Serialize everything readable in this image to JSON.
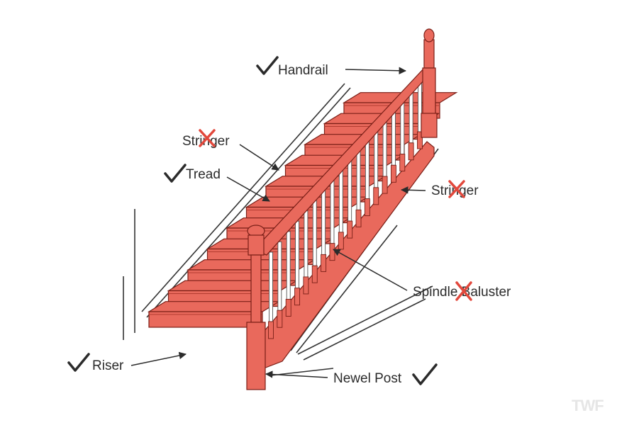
{
  "colors": {
    "stair": "#e9695c",
    "stair_dark": "#b23a2f",
    "stair_outline": "#7a1f17",
    "spindle": "#ffffff",
    "ink": "#2b2b2b",
    "cross": "#e2483c"
  },
  "labels": {
    "handrail": "Handrail",
    "stringer_left": "Stringer",
    "tread": "Tread",
    "stringer_right": "Stringer",
    "spindle_baluster": "Spindle Baluster",
    "riser": "Riser",
    "newel_post": "Newel Post"
  },
  "marks": {
    "handrail": "check-icon",
    "stringer_left": "cross-icon",
    "tread": "check-icon",
    "stringer_right": "cross-icon",
    "spindle_baluster": "cross-icon",
    "riser": "check-icon",
    "newel_post": "check-icon"
  },
  "watermark": {
    "text": "TWF"
  }
}
